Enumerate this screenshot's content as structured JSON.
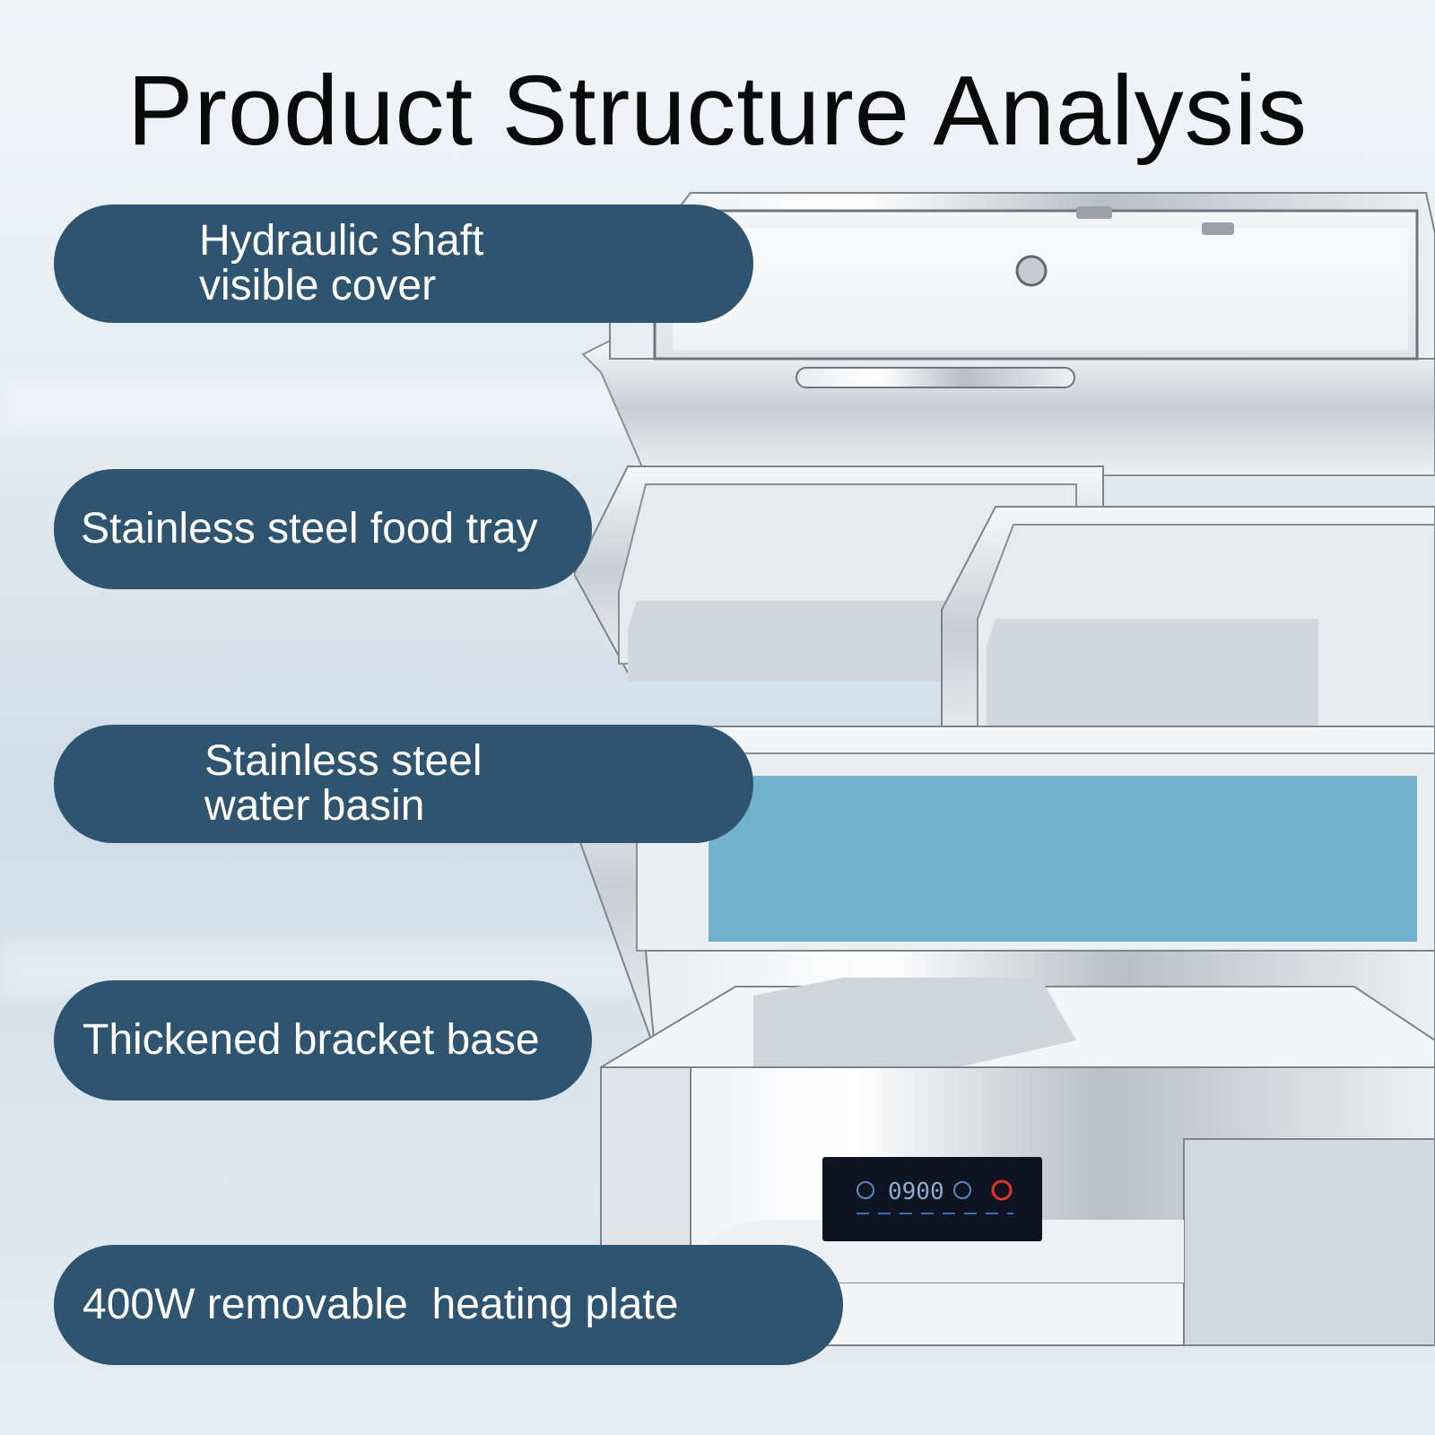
{
  "title": "Product Structure Analysis",
  "labels": {
    "cover": [
      "Hydraulic shaft",
      "visible cover"
    ],
    "food_tray": "Stainless steel food tray",
    "water_basin": [
      "Stainless steel",
      "water basin"
    ],
    "base": "Thickened bracket base",
    "heating_plate": "400W removable  heating plate"
  },
  "control_panel": {
    "display": "0900"
  },
  "colors": {
    "pill": "#2f5470",
    "water": "#73b2cc",
    "steel": "#d9dde1",
    "panel": "#0e1420",
    "power": "#e2332a"
  }
}
